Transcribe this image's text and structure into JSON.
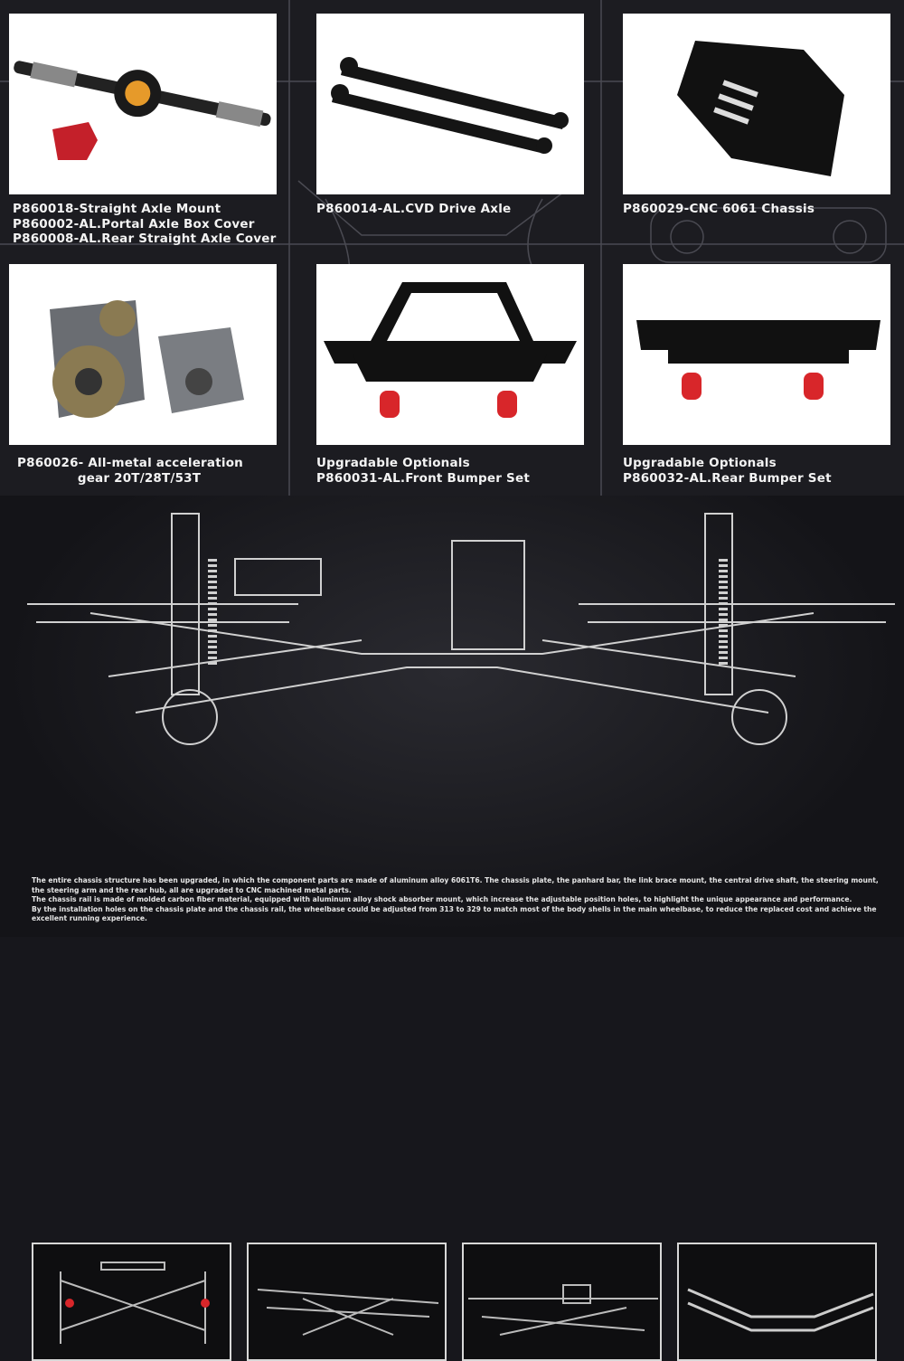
{
  "products": [
    {
      "lines": [
        "P860018-Straight Axle Mount",
        "P860002-AL.Portal Axle Box Cover",
        "P860008-AL.Rear Straight Axle Cover"
      ],
      "image": "straight-axle"
    },
    {
      "lines": [
        "P860014-AL.CVD Drive Axle"
      ],
      "image": "cvd-drive-axle"
    },
    {
      "lines": [
        "P860029-CNC 6061 Chassis"
      ],
      "image": "chassis-skid-plate"
    },
    {
      "lines": [
        "P860026- All-metal acceleration",
        "gear 20T/28T/53T"
      ],
      "image": "transmission-gearbox"
    },
    {
      "lines": [
        "Upgradable Optionals",
        "P860031-AL.Front Bumper Set"
      ],
      "image": "front-bumper"
    },
    {
      "lines": [
        "Upgradable Optionals",
        "P860032-AL.Rear Bumper Set"
      ],
      "image": "rear-bumper"
    }
  ],
  "description": [
    "The entire chassis structure has been upgraded, in which the component parts are made of aluminum alloy 6061T6. The chassis plate, the panhard bar, the link brace mount, the central drive shaft, the steering mount, the steering arm and the rear hub, all are upgraded to CNC machined metal parts.",
    "The chassis rail is made of molded carbon fiber material, equipped with aluminum alloy shock absorber mount, which increase the adjustable position holes, to highlight the unique appearance and performance.",
    "By the installation holes on the chassis plate and the chassis rail, the wheelbase could be adjusted from 313 to 329 to match most of the body shells in the main wheelbase, to reduce the replaced cost and achieve the excellent running experience."
  ],
  "colors": {
    "bg": "#1c1c21",
    "accent_red": "#d8262a",
    "part_black": "#141414",
    "orange": "#e69a2a"
  }
}
